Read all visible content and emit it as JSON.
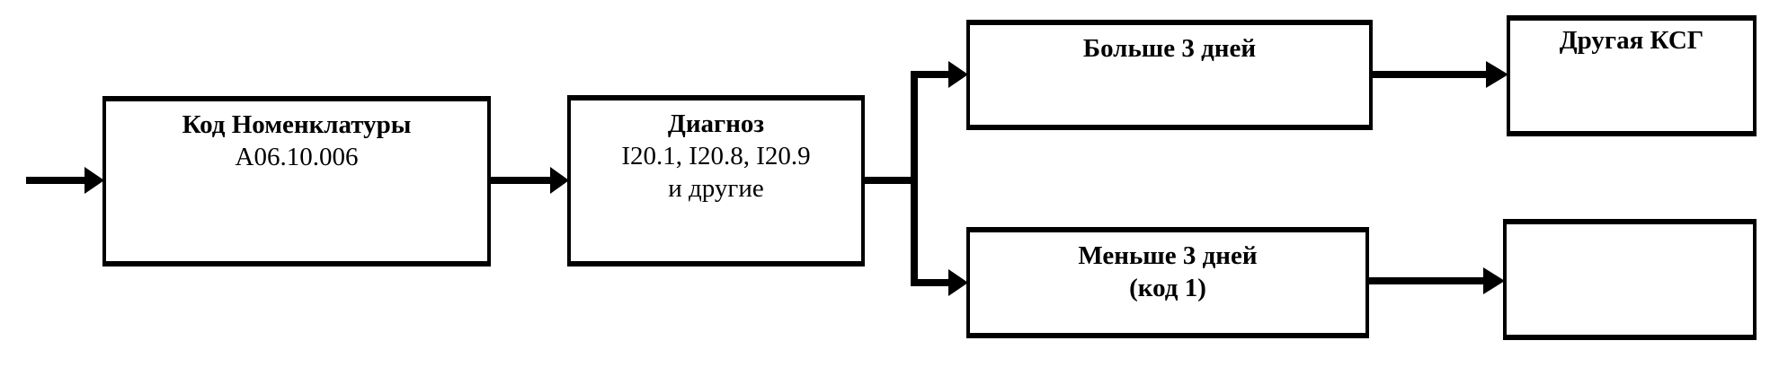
{
  "nodes": {
    "nomenclature": {
      "title": "Код Номенклатуры",
      "code": "A06.10.006"
    },
    "diagnosis": {
      "title": "Диагноз",
      "codes": "I20.1, I20.8, I20.9",
      "extra": "и другие"
    },
    "more_days": {
      "title": "Больше 3 дней"
    },
    "other_ksg": {
      "title": "Другая КСГ"
    },
    "less_days": {
      "title": "Меньше 3 дней",
      "code": "(код 1)"
    },
    "empty_result": {}
  },
  "colors": {
    "line": "#000000",
    "background": "#ffffff"
  }
}
